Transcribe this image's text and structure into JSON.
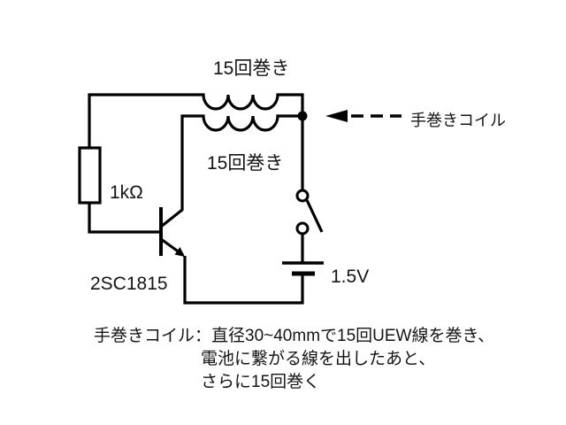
{
  "diagram": {
    "type": "circuit-schematic",
    "background_color": "#ffffff",
    "ink_color": "#000000",
    "labels": {
      "coil_primary": "15回巻き",
      "coil_secondary": "15回巻き",
      "resistor": "1kΩ",
      "transistor": "2SC1815",
      "battery": "1.5V",
      "arrow": "手巻きコイル"
    },
    "note": {
      "line1": "手巻きコイル：直径30~40mmで15回UEW線を巻き、",
      "line2": "電池に繋がる線を出したあと、",
      "line3": "さらに15回巻く"
    },
    "components": [
      "coil-15-turns-primary",
      "coil-15-turns-secondary",
      "resistor-1k-ohm",
      "npn-transistor-2SC1815",
      "open-switch",
      "battery-1.5V",
      "hand-wound-coil-callout"
    ]
  }
}
